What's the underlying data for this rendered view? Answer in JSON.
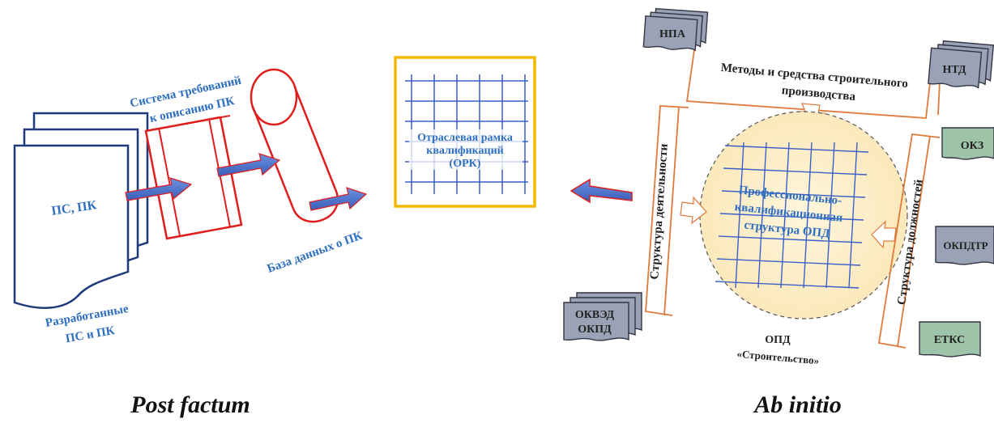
{
  "left": {
    "doc_label": "ПС, ПК",
    "developed_label": [
      "Разработанные",
      "ПС и ПК"
    ],
    "system_label": [
      "Система требований",
      "к описанию ПК"
    ],
    "database_label": "База данных о ПК",
    "caption": "Post factum"
  },
  "center": {
    "framework_label": [
      "Отраслевая рамка",
      "квалификаций",
      "(ОРК)"
    ]
  },
  "right": {
    "npa": "НПА",
    "ntd": "НТД",
    "methods_label": [
      "Методы и средства строительного",
      "производства"
    ],
    "activity_label": "Структура  деятельности",
    "positions_label": "Структура  должностей",
    "circle_label": [
      "Профессионально-",
      "квалификационная",
      "структура  ОПД"
    ],
    "okz": "ОКЗ",
    "okpdtr": "ОКПДТР",
    "etks": "ЕТКС",
    "okved": [
      "ОКВЭД",
      "ОКПД"
    ],
    "opd_label": [
      "ОПД",
      "«Строительство»"
    ],
    "caption": "Ab initio"
  },
  "colors": {
    "blue_text": "#2e6fc0",
    "navy": "#1f3a7a",
    "red": "#e01e1e",
    "gold": "#f5b800",
    "orange": "#e07a3a",
    "grid_blue": "#3a5fc8",
    "arrow_blue": "#4a70c8",
    "doc_grey": "#9aa3b5",
    "doc_green": "#9dc4a8"
  }
}
